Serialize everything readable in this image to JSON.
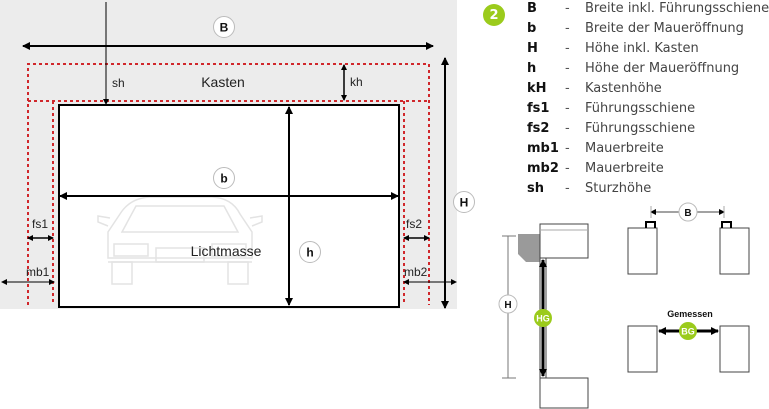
{
  "main_diagram": {
    "labels": {
      "B": "B",
      "sh": "sh",
      "kasten": "Kasten",
      "kh": "kh",
      "b": "b",
      "H": "H",
      "h": "h",
      "fs1": "fs1",
      "fs2": "fs2",
      "mb1": "mb1",
      "mb2": "mb2",
      "lichtmasse": "Lichtmasse"
    },
    "colors": {
      "background": "#ececec",
      "frame_dotted": "#d0272b",
      "lines": "#000000"
    }
  },
  "legend": {
    "badge": "2",
    "badge_color": "#9bcb1c",
    "dash": "-",
    "items": [
      {
        "abbr": "B",
        "desc": "Breite inkl. Führungsschienen"
      },
      {
        "abbr": "b",
        "desc": "Breite der Maueröffnung"
      },
      {
        "abbr": "H",
        "desc": "Höhe inkl. Kasten"
      },
      {
        "abbr": "h",
        "desc": "Höhe der Maueröffnung"
      },
      {
        "abbr": "kH",
        "desc": "Kastenhöhe"
      },
      {
        "abbr": "fs1",
        "desc": "Führungsschiene"
      },
      {
        "abbr": "fs2",
        "desc": "Führungsschiene"
      },
      {
        "abbr": "mb1",
        "desc": "Mauerbreite"
      },
      {
        "abbr": "mb2",
        "desc": "Mauerbreite"
      },
      {
        "abbr": "sh",
        "desc": "Sturzhöhe"
      }
    ]
  },
  "side_view": {
    "H": "H",
    "HG": "HG"
  },
  "top_view": {
    "B": "B",
    "gemessen": "Gemessen",
    "BG": "BG",
    "accent_color": "#9bcb1c"
  }
}
